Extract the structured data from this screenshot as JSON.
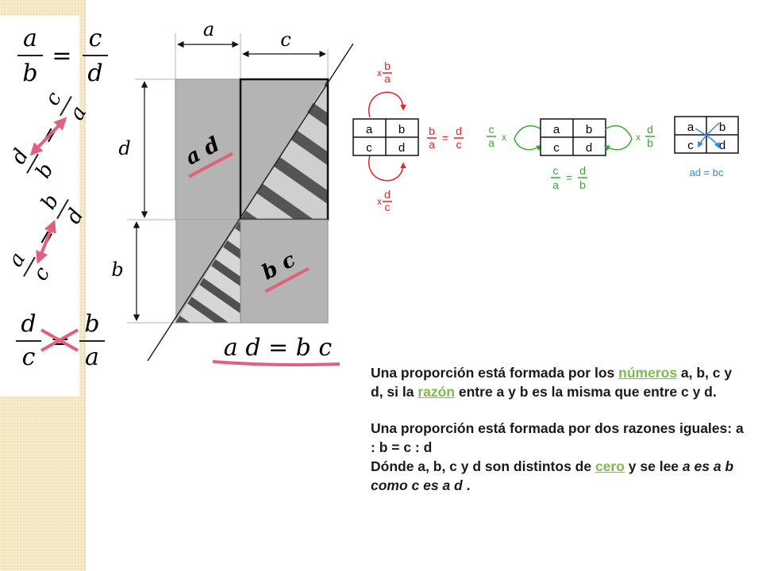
{
  "left_panel": {
    "eq1": {
      "a": "a",
      "b": "b",
      "eq": "=",
      "c": "c",
      "d": "d"
    },
    "eq2": {
      "d": "d",
      "b": "b",
      "eq": "=",
      "c": "c",
      "a": "a"
    },
    "eq3": {
      "a": "a",
      "c": "c",
      "eq": "=",
      "b": "b",
      "d": "d"
    },
    "eq4": {
      "d": "d",
      "c": "c",
      "eq": "=",
      "b": "b",
      "a": "a"
    }
  },
  "area_diagram": {
    "top_a": "a",
    "top_c": "c",
    "side_d": "d",
    "side_b": "b",
    "area_ad": "a d",
    "area_bc": "b c",
    "bottom_eq": "a d = b c"
  },
  "mini1": {
    "top_mult": "x",
    "top_num": "b",
    "top_den": "a",
    "grid": [
      "a",
      "b",
      "c",
      "d"
    ],
    "frac1_num": "b",
    "frac1_den": "a",
    "eq": "=",
    "frac2_num": "d",
    "frac2_den": "c",
    "bot_mult": "x",
    "bot_num": "d",
    "bot_den": "c"
  },
  "mini2": {
    "left_num": "c",
    "left_den": "a",
    "left_mult": "x",
    "grid": [
      "a",
      "b",
      "c",
      "d"
    ],
    "right_mult": "x",
    "right_num": "d",
    "right_den": "b",
    "frac1_num": "c",
    "frac1_den": "a",
    "eq": "=",
    "frac2_num": "d",
    "frac2_den": "b"
  },
  "mini3": {
    "grid": [
      "a",
      "b",
      "c",
      "d"
    ],
    "result": "ad = bc"
  },
  "text": {
    "p1_part1": "Una proporción está formada por los ",
    "p1_link1": "números",
    "p1_part2": " a, b, c y d, si la ",
    "p1_link2": "razón",
    "p1_part3": " entre a y b es la misma que entre c y d.",
    "p2_line1": "Una proporción está formada por dos razones iguales: a : b = c : d",
    "p2_part1": "Dónde a, b, c y d son distintos de ",
    "p2_link": "cero",
    "p2_part2": " y se lee ",
    "p2_italic": "a es a b como c es a d",
    "p2_end": " ."
  },
  "colors": {
    "pink": "#e0607e",
    "red": "#e8202a",
    "green": "#3aa635",
    "blue": "#2a8ee0",
    "link": "#7dbb4a",
    "gray": "#b4b4b4"
  }
}
